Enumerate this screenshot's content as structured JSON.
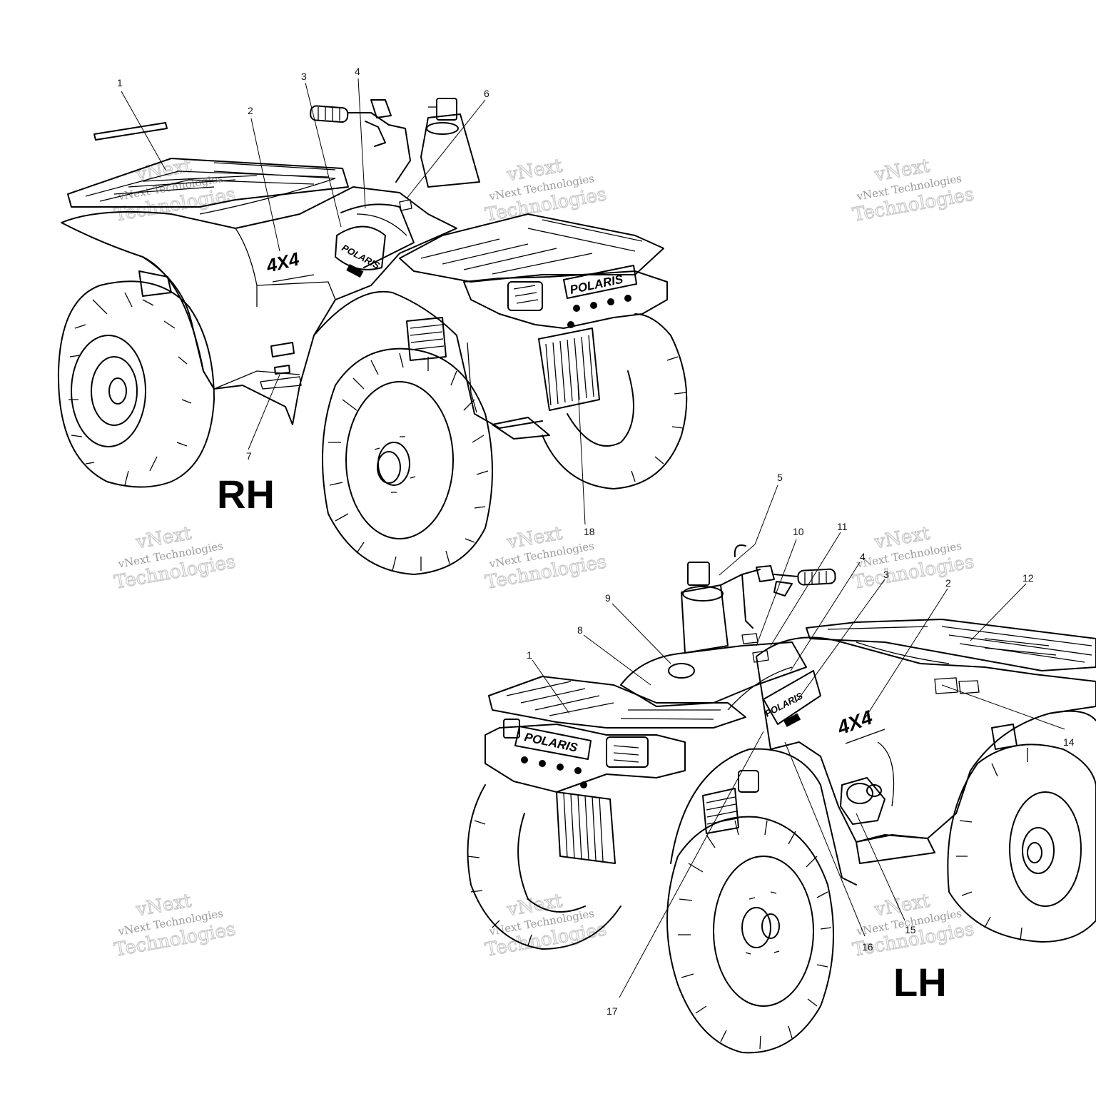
{
  "views": {
    "rh": {
      "label": "RH"
    },
    "lh": {
      "label": "LH"
    }
  },
  "decal_text": {
    "brand": "POLARIS",
    "drive": "4X4"
  },
  "callouts": {
    "rh": [
      "1",
      "2",
      "3",
      "4",
      "6",
      "7",
      "18"
    ],
    "lh": [
      "5",
      "10",
      "11",
      "4",
      "3",
      "2",
      "12",
      "9",
      "8",
      "1",
      "14",
      "15",
      "16",
      "17"
    ]
  },
  "watermark": {
    "line1": "vNext Technologies",
    "line2": "Technologies",
    "line3": "vNext"
  },
  "colors": {
    "ink": "#000000",
    "paper": "#ffffff",
    "watermark": "#c9c9c9"
  }
}
